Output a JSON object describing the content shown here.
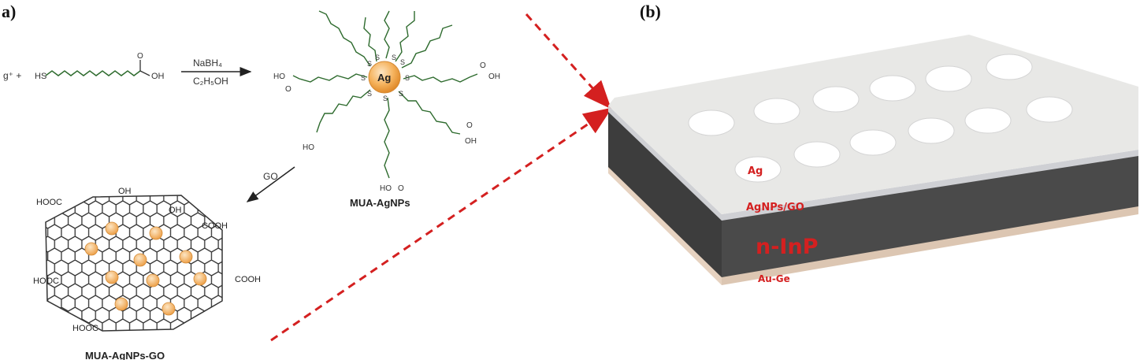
{
  "panels": {
    "a": {
      "label": "a)"
    },
    "b": {
      "label": "(b)"
    }
  },
  "reaction": {
    "reactant_ag": "g⁺ +",
    "thiol_hs": "HS",
    "acid_oh": "OH",
    "acid_o": "O",
    "reagent_top": "NaBH₄",
    "reagent_bottom": "C₂H₅OH",
    "core_label": "Ag",
    "s_atom": "S",
    "ho": "HO",
    "oh": "OH",
    "o": "O",
    "product_name": "MUA-AgNPs",
    "go_label": "GO",
    "final_name": "MUA-AgNPs-GO"
  },
  "graphene": {
    "hooc": "HOOC",
    "oh": "OH",
    "cooh": "COOH"
  },
  "device": {
    "top_surface_color": "#e8e8e6",
    "inp_color": "#4a4a4a",
    "base_color": "#e6d2c0",
    "label_color": "#d42020",
    "ag_label": "Ag",
    "agnps_go_label": "AgNPs/GO",
    "inp_label": "n-InP",
    "auge_label": "Au-Ge"
  },
  "arrows": {
    "color": "#d42020"
  }
}
